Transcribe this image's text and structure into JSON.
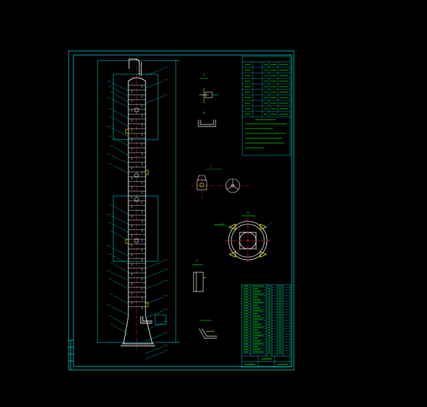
{
  "colors": {
    "background": "#000000",
    "frame": "#00d8d8",
    "detail": "#ffffff",
    "text": "#00e000",
    "centerline": "#ff2020",
    "accent": "#ffff00",
    "magenta": "#e000e0"
  },
  "views": {
    "nozzle_a": "A",
    "nozzle_b": "B",
    "section_c": "C",
    "section_d": "D",
    "nozzle_e": "E"
  }
}
